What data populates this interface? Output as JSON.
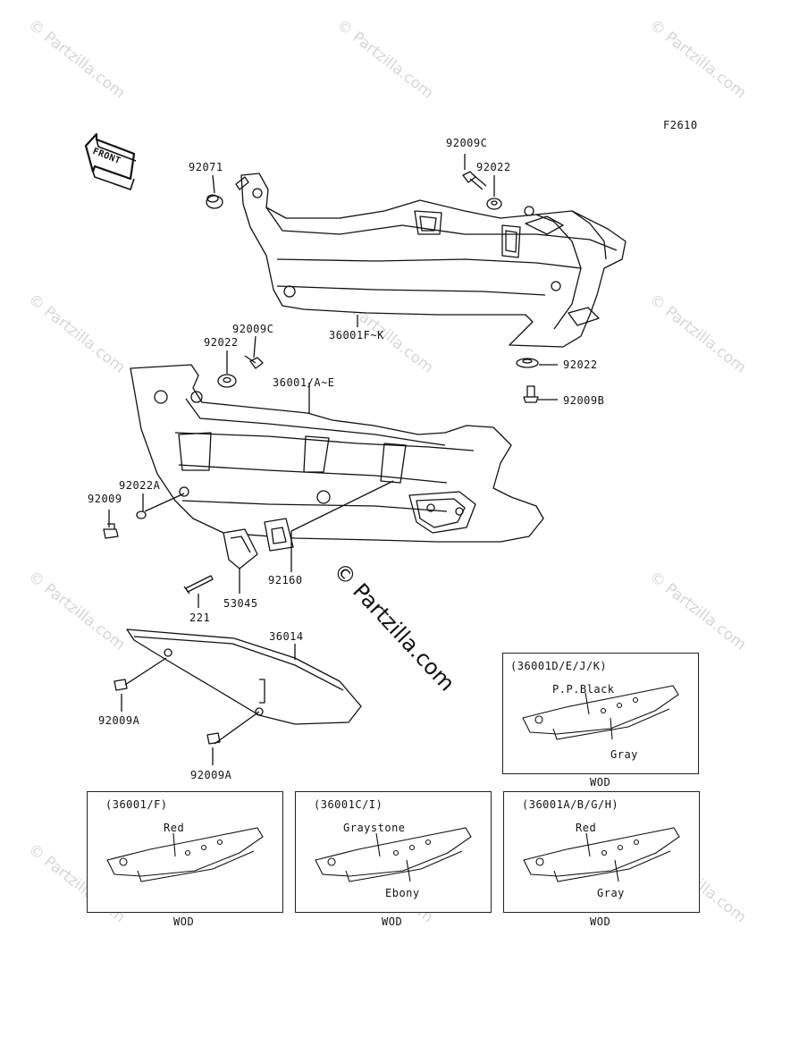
{
  "figure_code": "F2610",
  "front_label": "FRONT",
  "watermark": "© Partzilla.com",
  "center_watermark": "© Partzilla.com",
  "part_labels": {
    "p92071": "92071",
    "p92009C_top": "92009C",
    "p92022_top": "92022",
    "p36001F_K": "36001F~K",
    "p92022_mid": "92022",
    "p92009C_mid": "92009C",
    "p36001_A_E": "36001/A~E",
    "p92022_right": "92022",
    "p92009B": "92009B",
    "p92022A": "92022A",
    "p92009": "92009",
    "p92160": "92160",
    "p53045": "53045",
    "p221": "221",
    "p36014": "36014",
    "p92009A_1": "92009A",
    "p92009A_2": "92009A"
  },
  "color_boxes": [
    {
      "title": "(36001D/E/J/K)",
      "top_color": "P.P.Black",
      "bottom_color": "Gray",
      "footer": "WOD"
    },
    {
      "title": "(36001/F)",
      "top_color": "Red",
      "bottom_color": "",
      "footer": "WOD"
    },
    {
      "title": "(36001C/I)",
      "top_color": "Graystone",
      "bottom_color": "Ebony",
      "footer": "WOD"
    },
    {
      "title": "(36001A/B/G/H)",
      "top_color": "Red",
      "bottom_color": "Gray",
      "footer": "WOD"
    }
  ]
}
